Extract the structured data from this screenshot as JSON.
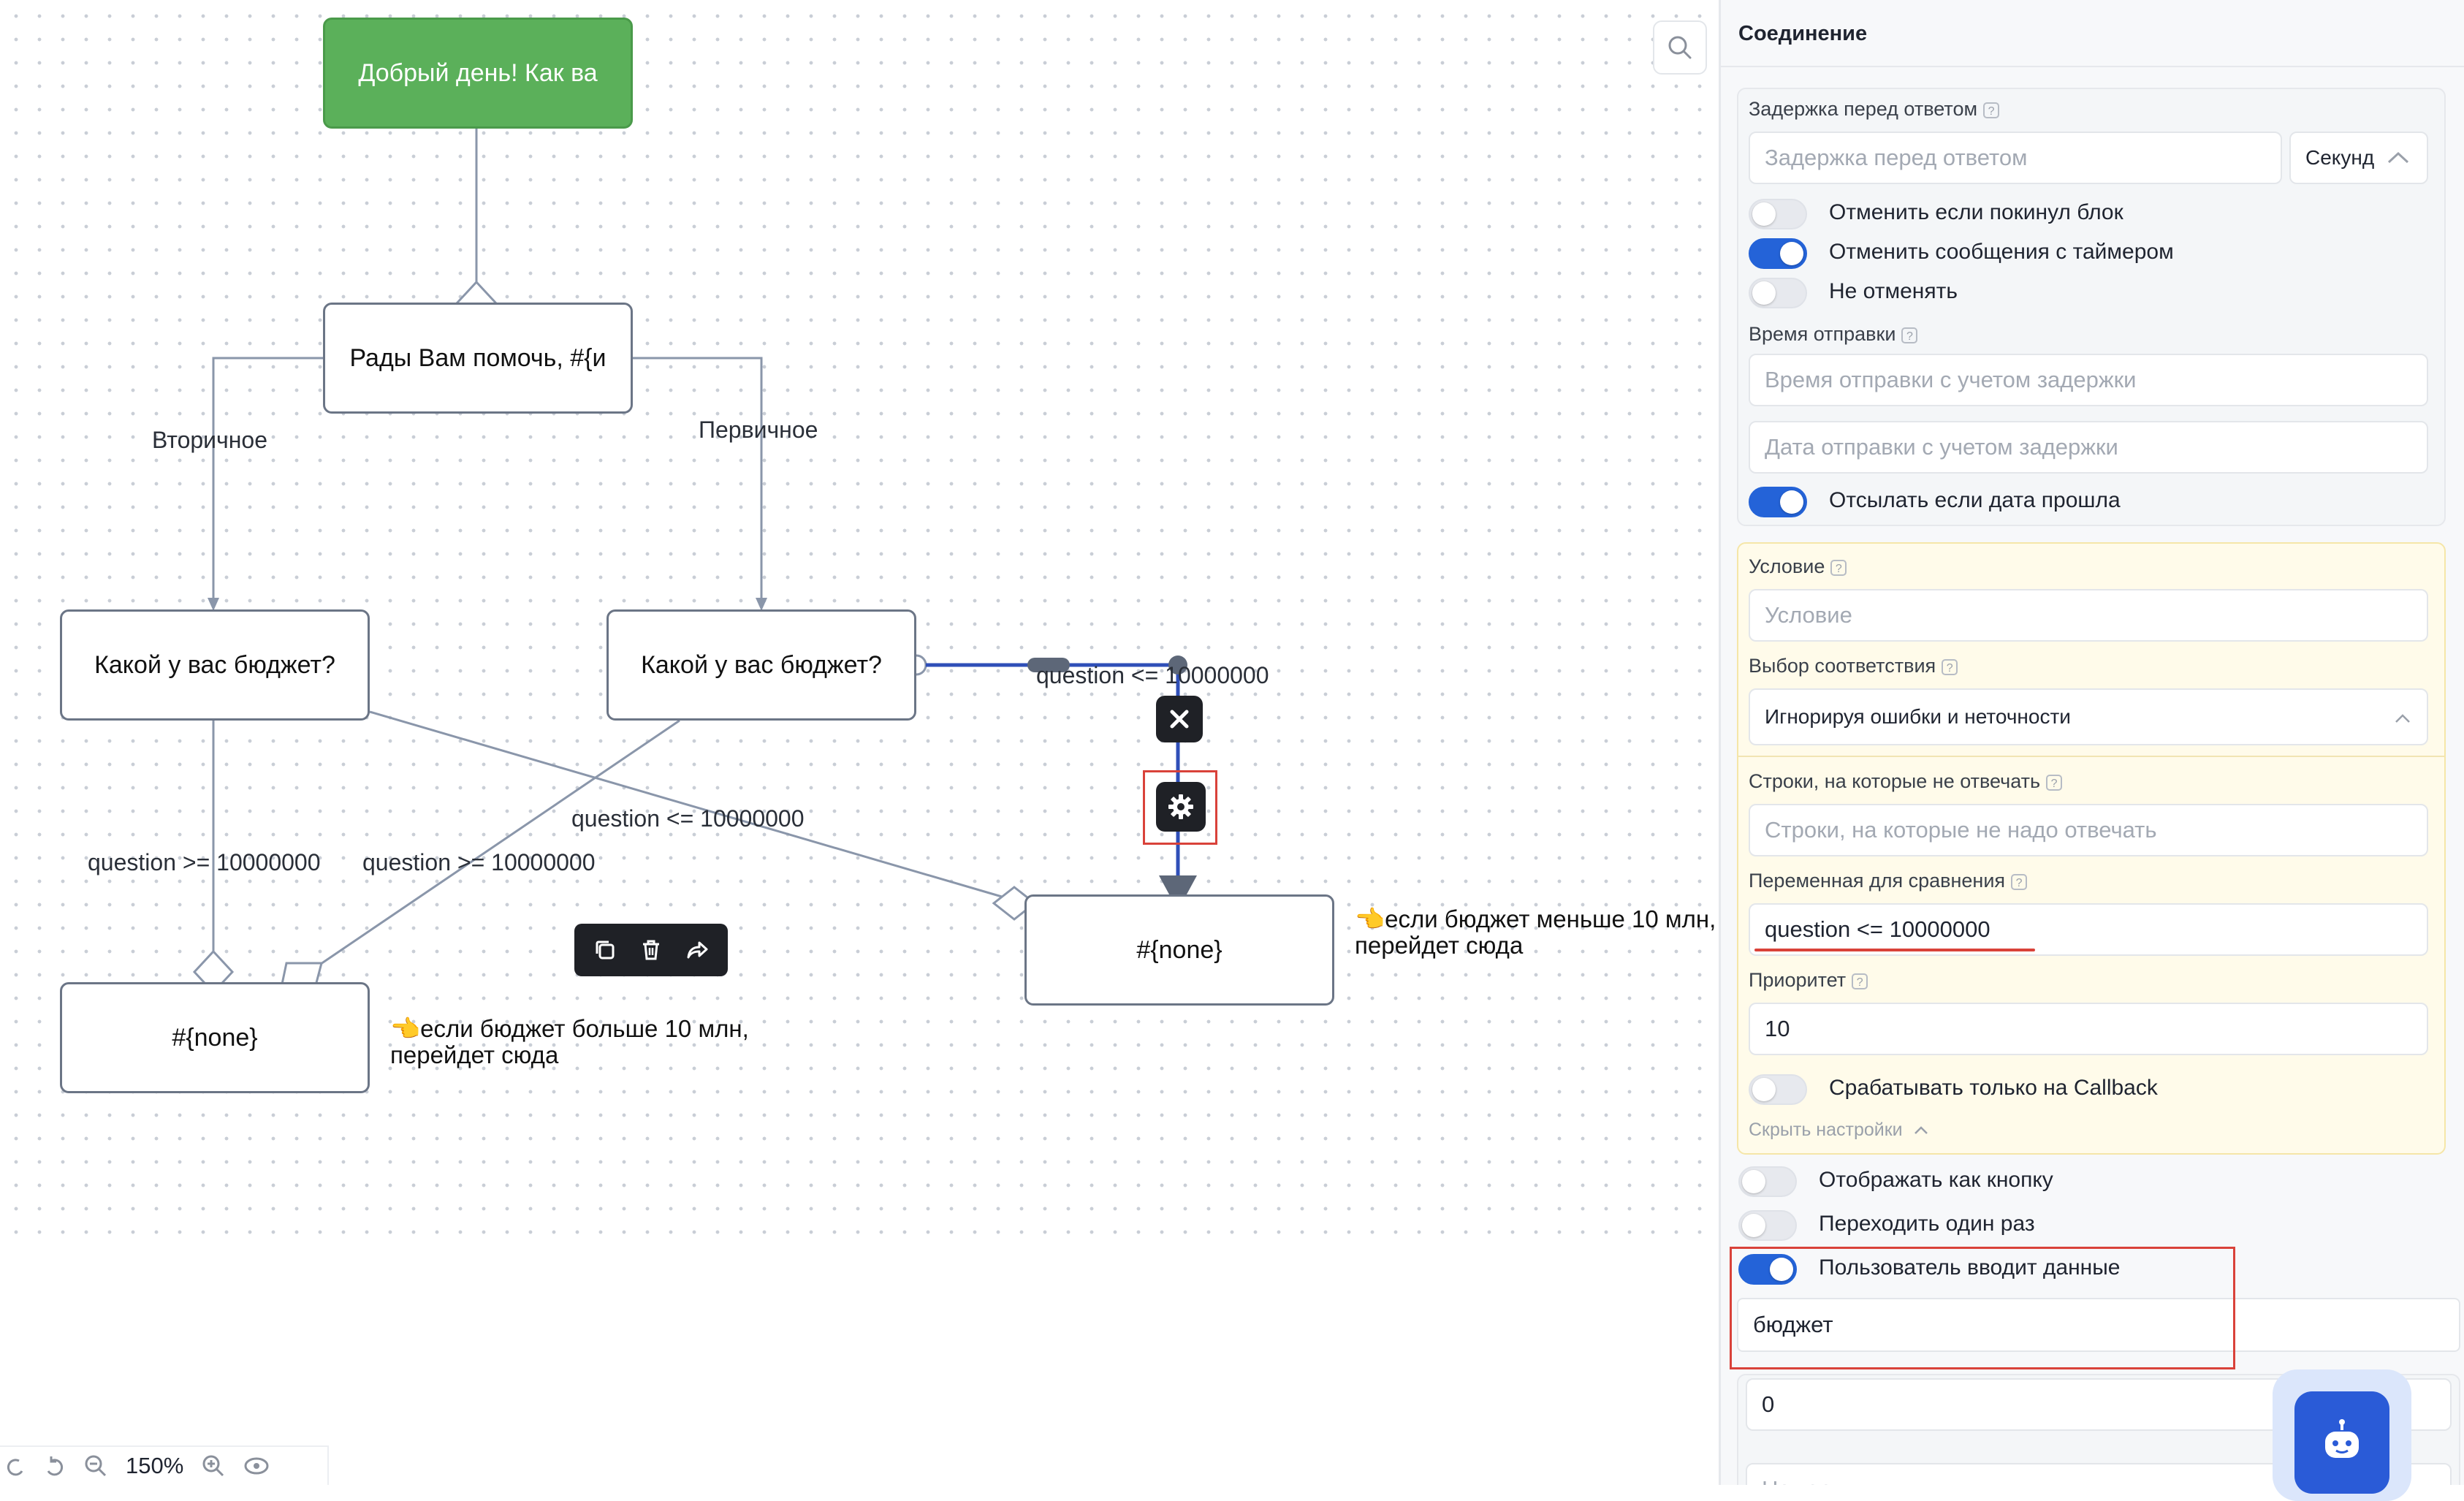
{
  "canvas": {
    "nodes": {
      "start": "Добрый день!  Как ва",
      "help": "Рады Вам помочь, #{и",
      "budget_left": "Какой у вас бюджет?",
      "budget_right": "Какой у вас бюджет?",
      "none_left": "#{none}",
      "none_right": "#{none}"
    },
    "edge_labels": {
      "secondary": "Вторичное",
      "primary": "Первичное",
      "q_ge_1": "question >= 10000000",
      "q_ge_2": "question >= 10000000",
      "q_le_cross": "question <= 10000000",
      "q_le_selected": "question <= 10000000"
    },
    "notes": {
      "right_line1": "если бюджет меньше 10 млн,",
      "right_line2": "перейдет сюда",
      "left_line1": "если бюджет больше 10 млн,",
      "left_line2": "перейдет сюда",
      "pin_icon": "👈"
    },
    "zoom": "150%"
  },
  "panel": {
    "title": "Соединение",
    "delay_label": "Задержка перед ответом",
    "delay_placeholder": "Задержка перед ответом",
    "delay_unit": "Секунд",
    "toggles": {
      "cancel_left_block": "Отменить если покинул блок",
      "cancel_timer_messages": "Отменить сообщения с таймером",
      "no_cancel": "Не отменять",
      "send_if_past": "Отсылать если дата прошла",
      "callback_only": "Срабатывать только на Callback",
      "show_as_button": "Отображать как кнопку",
      "go_once": "Переходить один раз",
      "user_input": "Пользователь вводит данные"
    },
    "send_time_label": "Время отправки",
    "send_time_placeholder": "Время отправки с учетом задержки",
    "send_date_placeholder": "Дата отправки с учетом задержки",
    "condition_label": "Условие",
    "condition_placeholder": "Условие",
    "match_label": "Выбор соответствия",
    "match_value": "Игнорируя ошибки и неточности",
    "skip_lines_label": "Строки, на которые не отвечать",
    "skip_lines_placeholder": "Строки, на которые не надо отвечать",
    "compare_var_label": "Переменная для сравнения",
    "compare_var_value": "question <= 10000000",
    "priority_label": "Приоритет",
    "priority_value": "10",
    "hide_settings": "Скрыть настройки",
    "variable_value": "бюджет",
    "extra_value": "0",
    "line_number_placeholder": "Номер линии",
    "help_glyph": "?"
  },
  "colors": {
    "start_node": "#5bb05a",
    "toggle_on": "#2463d8",
    "highlight": "#d9423a",
    "selected_edge": "#2f4fb8"
  }
}
